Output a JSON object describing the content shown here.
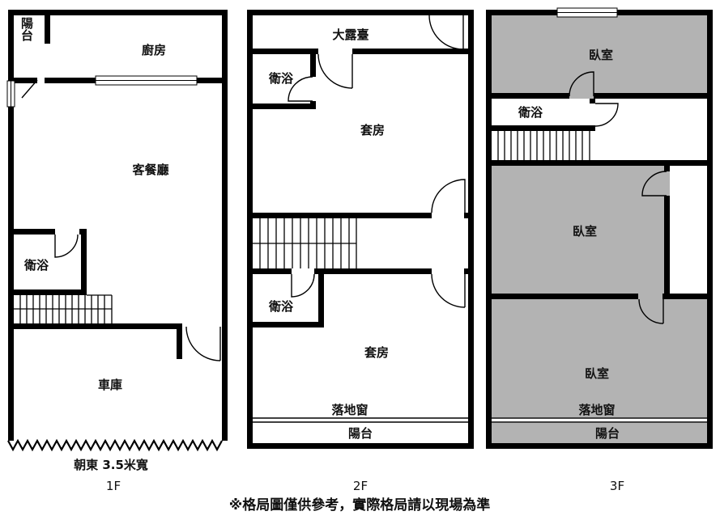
{
  "colors": {
    "wall": "#000000",
    "room_gray": "#b3b3b3",
    "background": "#ffffff",
    "text": "#111111"
  },
  "floor1": {
    "name": "1F",
    "orientation_note": "朝東 3.5米寬",
    "rooms": {
      "balcony": "陽台",
      "kitchen": "廚房",
      "living_dining": "客餐廳",
      "bath": "衛浴",
      "garage": "車庫"
    }
  },
  "floor2": {
    "name": "2F",
    "rooms": {
      "terrace": "大露臺",
      "bath_upper": "衛浴",
      "suite_upper": "套房",
      "bath_lower": "衛浴",
      "suite_lower": "套房",
      "french_window": "落地窗",
      "balcony": "陽台"
    }
  },
  "floor3": {
    "name": "3F",
    "rooms": {
      "bedroom_front": "臥室",
      "bath": "衛浴",
      "bedroom_middle": "臥室",
      "bedroom_rear": "臥室",
      "french_window": "落地窗",
      "balcony": "陽台"
    }
  },
  "footer": {
    "disclaimer": "※格局圖僅供參考，實際格局請以現場為準"
  }
}
